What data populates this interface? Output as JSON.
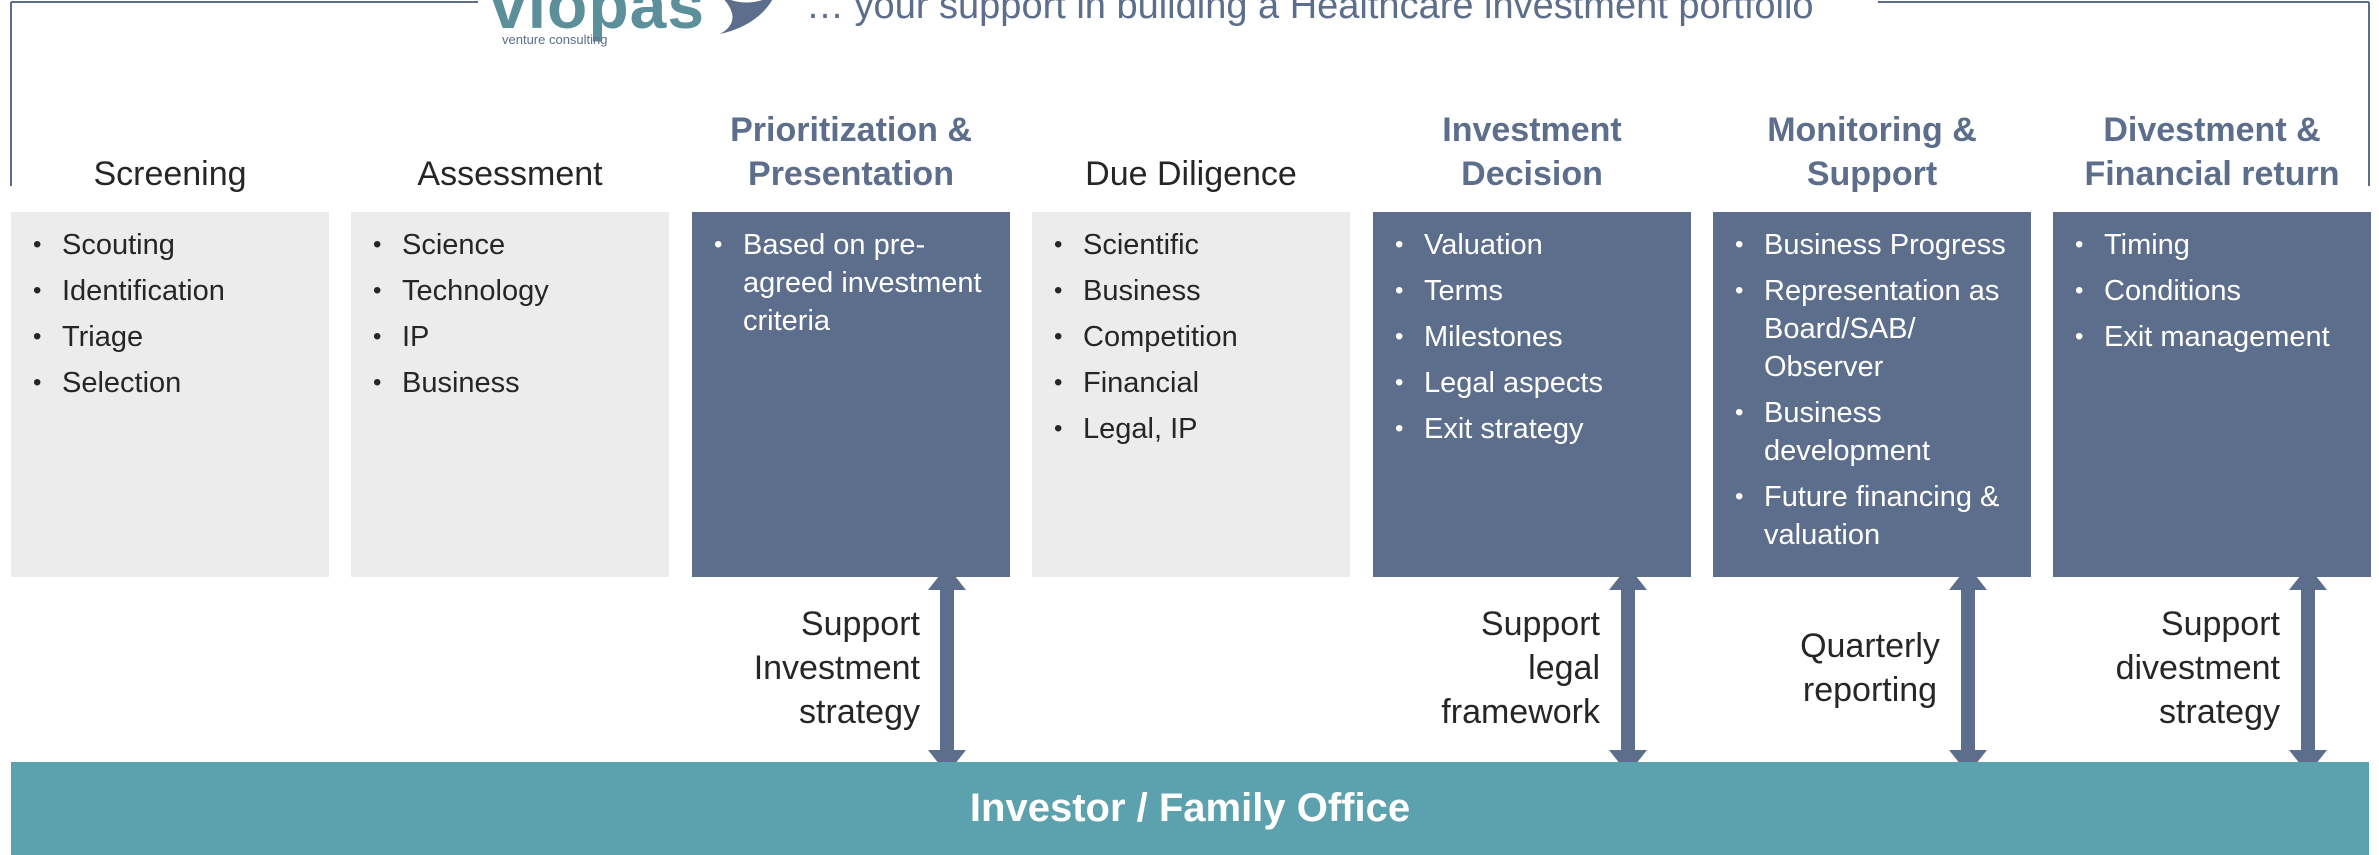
{
  "logo": {
    "name": "viopas",
    "subtitle": "venture consulting"
  },
  "tagline": "… your support in building a Healthcare investment portfolio",
  "colors": {
    "accent": "#5c6e8b",
    "bar": "#5ba1ae",
    "light_box": "#ececed"
  },
  "stages": [
    {
      "title": "Screening",
      "highlight": false,
      "items": [
        "Scouting",
        "Identification",
        "Triage",
        "Selection"
      ]
    },
    {
      "title": "Assessment",
      "highlight": false,
      "items": [
        "Science",
        "Technology",
        "IP",
        "Business"
      ]
    },
    {
      "title": "Prioritization &\nPresentation",
      "highlight": true,
      "items": [
        "Based on pre-agreed investment criteria"
      ]
    },
    {
      "title": "Due Diligence",
      "highlight": false,
      "items": [
        "Scientific",
        "Business",
        "Competition",
        "Financial",
        "Legal, IP"
      ]
    },
    {
      "title": "Investment\nDecision",
      "highlight": true,
      "items": [
        "Valuation",
        "Terms",
        "Milestones",
        "Legal aspects",
        "Exit strategy"
      ]
    },
    {
      "title": "Monitoring &\nSupport",
      "highlight": true,
      "items": [
        "Business Progress",
        "Representation as Board/SAB/ Observer",
        "Business development",
        "Future financing & valuation"
      ]
    },
    {
      "title": "Divestment &\nFinancial return",
      "highlight": true,
      "items": [
        "Timing",
        "Conditions",
        "Exit management"
      ]
    }
  ],
  "support_labels": [
    {
      "text": "Support\nInvestment\nstrategy"
    },
    {
      "text": "Support\nlegal\nframework"
    },
    {
      "text": "Quarterly\nreporting"
    },
    {
      "text": "Support\ndivestment\nstrategy"
    }
  ],
  "investor_bar": "Investor / Family Office"
}
